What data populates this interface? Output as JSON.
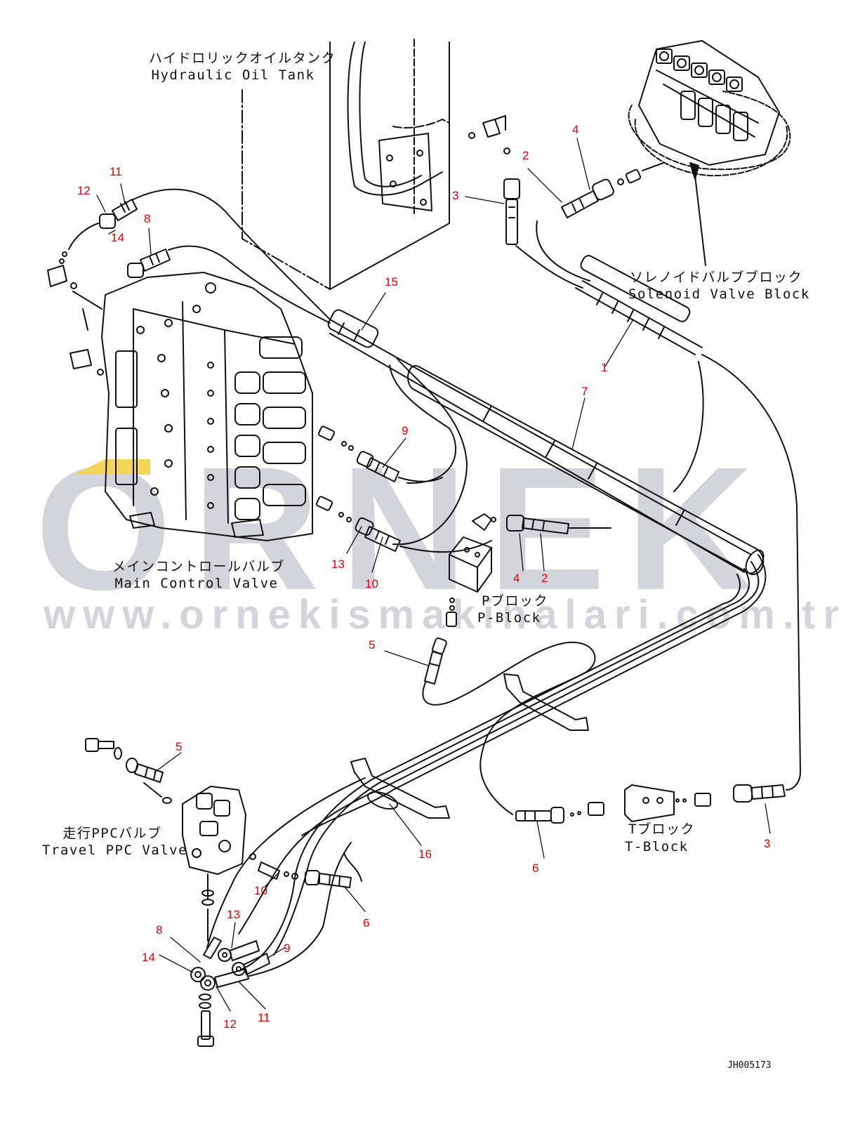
{
  "watermark": {
    "brand": "ORNEK",
    "url": "www.ornekismakinalari.com.tr",
    "colors": {
      "gray": "#d4d4dc",
      "accent": "#f2d55a"
    }
  },
  "labels": {
    "tank_jp": "ハイドロリックオイルタンク",
    "tank_en": "Hydraulic Oil Tank",
    "solenoid_jp": "ソレノイドバルブブロック",
    "solenoid_en": "Solenoid Valve Block",
    "mcv_jp": "メインコントロールバルブ",
    "mcv_en": "Main Control Valve",
    "pblock_jp": "Pブロック",
    "pblock_en": "P-Block",
    "tblock_jp": "Tブロック",
    "tblock_en": "T-Block",
    "travel_jp": "走行PPCバルブ",
    "travel_en": "Travel PPC Valve"
  },
  "drawing_code": "JH005173",
  "part_numbers": {
    "n11a": "11",
    "n12a": "12",
    "n14a": "14",
    "n8a": "8",
    "n3a": "3",
    "n2a": "2",
    "n4a": "4",
    "n15": "15",
    "n1": "1",
    "n7": "7",
    "n9a": "9",
    "n13a": "13",
    "n10a": "10",
    "n4b": "4",
    "n2b": "2",
    "n5a": "5",
    "n5b": "5",
    "n16": "16",
    "n6a": "6",
    "n3b": "3",
    "n10b": "10",
    "n6b": "6",
    "n13b": "13",
    "n8b": "8",
    "n9b": "9",
    "n14b": "14",
    "n12b": "12",
    "n11b": "11"
  },
  "colors": {
    "line": "#111111",
    "number": "#e00000"
  }
}
